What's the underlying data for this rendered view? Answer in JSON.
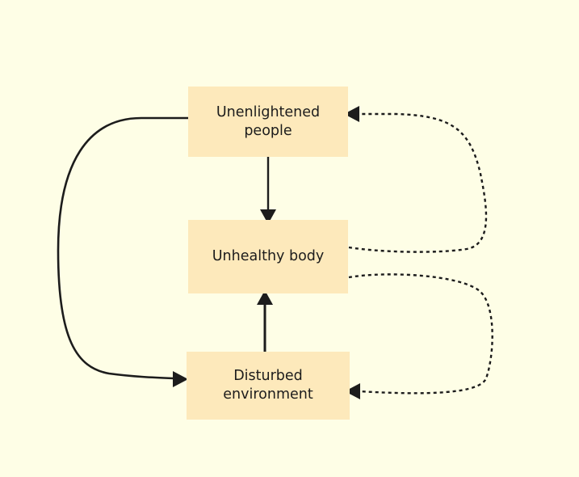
{
  "nodes": {
    "top": {
      "label_line1": "Unenlightened",
      "label_line2": "people"
    },
    "middle": {
      "label": "Unhealthy body"
    },
    "bottom": {
      "label_line1": "Disturbed",
      "label_line2": "environment"
    }
  },
  "colors": {
    "background": "#fefee6",
    "node_fill": "#fde9bb",
    "stroke": "#1c1c1c"
  }
}
